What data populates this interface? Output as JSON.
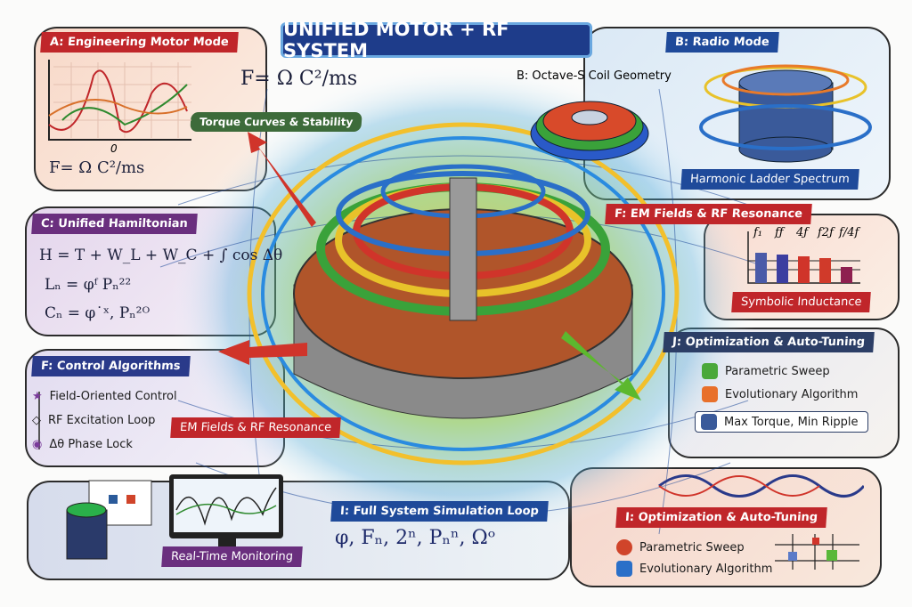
{
  "title": "UNIFIED MOTOR + RF SYSTEM",
  "center_formula": "F= Ω C²/ms",
  "torque_label": "Torque Curves & Stability",
  "panel_a": {
    "header": "A: Engineering Motor Mode",
    "axis_zero": "0",
    "formula": "F= Ω C²/ms"
  },
  "panel_b": {
    "header": "B: Radio Mode",
    "coil_label": "B: Octave-S Coil Geometry",
    "spectrum_label": "Harmonic Ladder Spectrum"
  },
  "panel_f_em": {
    "header": "F: EM Fields & RF Resonance",
    "bar_labels": [
      "f₁",
      "fƒ",
      "4ƒ",
      "f2ƒ",
      "f/4f"
    ],
    "bar_values": [
      0.85,
      0.8,
      0.75,
      0.7,
      0.45
    ],
    "bar_colors": [
      "#4a5aa8",
      "#3c3ea0",
      "#d0342a",
      "#d03a2a",
      "#8e2050"
    ],
    "footer": "Symbolic Inductance"
  },
  "panel_c": {
    "header": "C: Unified Hamiltonian",
    "eq1": "H = T + W_L + W_C + ∫ cos Δθ",
    "eq2": "Lₙ = φᶠ Pₙ²²",
    "eq3": "Cₙ = φ˙ˣ, Pₙ²ᴼ"
  },
  "panel_controls": {
    "header": "F: Control Algorithms",
    "items": [
      "Field-Oriented Control",
      "RF Excitation Loop",
      "Δθ Phase Lock"
    ]
  },
  "em_banner": "EM Fields & RF Resonance",
  "panel_j": {
    "header": "J: Optimization & Auto-Tuning",
    "items": [
      "Parametric Sweep",
      "Evolutionary Algorithm",
      "Max Torque, Min Ripple"
    ]
  },
  "panel_sim": {
    "monitor_label": "Real-Time Monitoring",
    "header": "I: Full System Simulation Loop",
    "formula": "φ, Fₙ, 2ⁿ, Pₙⁿ, Ωᵒ"
  },
  "panel_i": {
    "header": "I: Optimization & Auto-Tuning",
    "items": [
      "Parametric Sweep",
      "Evolutionary Algorithm"
    ]
  }
}
